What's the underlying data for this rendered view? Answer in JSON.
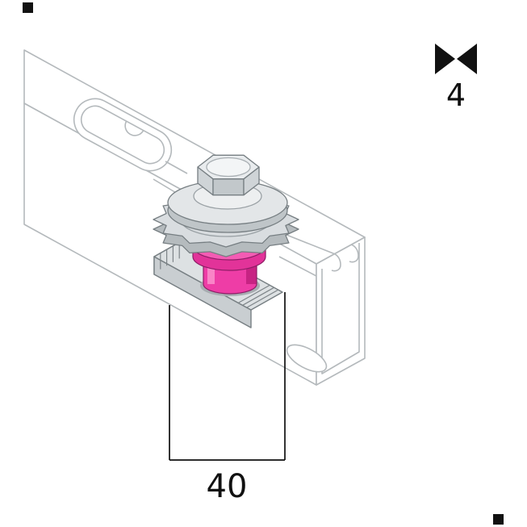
{
  "figure": {
    "dimension": {
      "label": "40"
    },
    "callout": {
      "quantity": "4"
    }
  },
  "colors": {
    "accent_magenta": "#ee3da6",
    "magenta_light": "#f45cb4",
    "magenta_rim": "#e23399",
    "magenta_dark": "#c2207f",
    "magenta_outline": "#8e1d66",
    "metal_light": "#e3e6e8",
    "metal_mid": "#cfd4d7",
    "metal_dark": "#b5bbbe",
    "channel_line": "#b4b9bc",
    "ink": "#111111"
  },
  "icons": {
    "quantity_marker": "bowtie-arrows-icon",
    "marks": [
      "registration-square-top-left",
      "registration-square-bottom-right"
    ]
  }
}
